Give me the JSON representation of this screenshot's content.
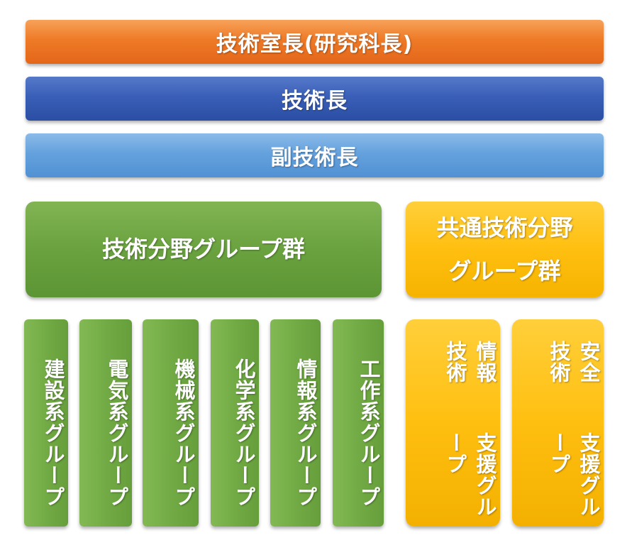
{
  "management": {
    "head": "技術室長(研究科長)",
    "chief": "技術長",
    "deputy": "副技術長"
  },
  "clusters": {
    "technical": "技術分野グループ群",
    "common_line1": "共通技術分野",
    "common_line2": "グループ群"
  },
  "technical_groups": [
    "建設系グループ",
    "電気系グループ",
    "機械系グループ",
    "化学系グループ",
    "情報系グループ",
    "工作系グループ"
  ],
  "common_groups": [
    {
      "line1": "情報技術",
      "line2": "支援グループ"
    },
    {
      "line1": "安全技術",
      "line2": "支援グループ"
    }
  ],
  "colors": {
    "orange": "#ee7a26",
    "dark_blue": "#3a5fb8",
    "light_blue": "#64a1dd",
    "green": "#6aa23f",
    "amber": "#ffbf10"
  }
}
